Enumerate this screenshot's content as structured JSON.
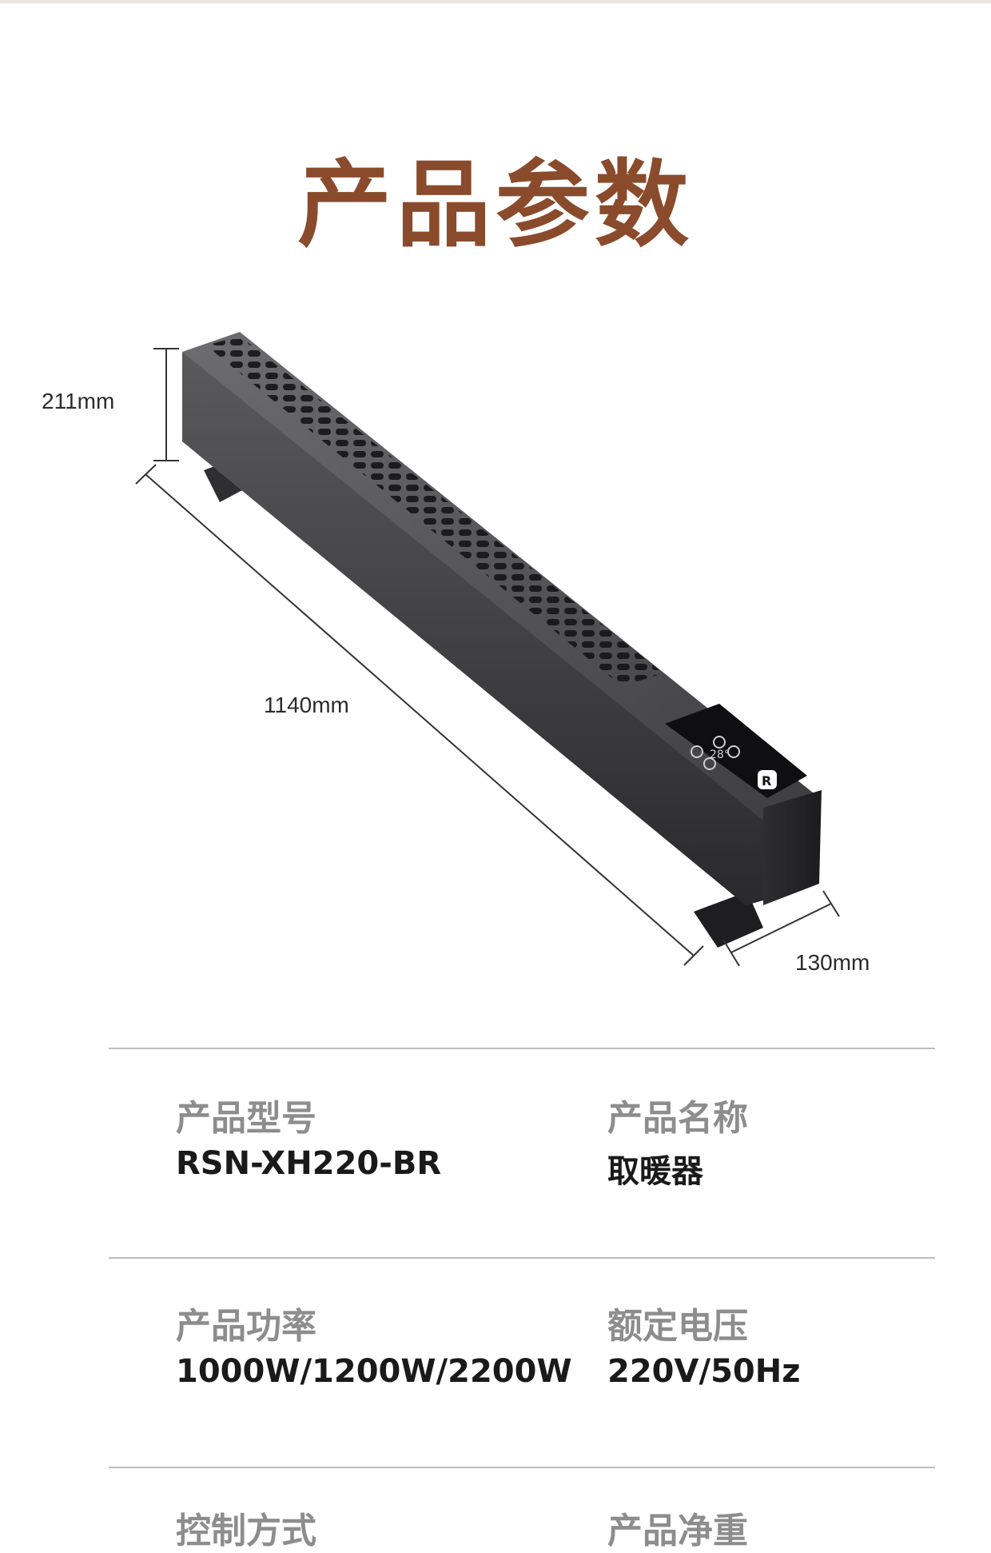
{
  "page": {
    "title": "产品参数",
    "title_color": "#8a4b2c",
    "strip_color": "#ede3da"
  },
  "product_dimensions": {
    "height": "211mm",
    "length": "1140mm",
    "depth": "130mm"
  },
  "specs": [
    {
      "label": "产品型号",
      "value": "RSN-XH220-BR"
    },
    {
      "label": "产品名称",
      "value": "取暖器"
    },
    {
      "label": "产品功率",
      "value": "1000W/1200W/2200W"
    },
    {
      "label": "额定电压",
      "value": "220V/50Hz"
    },
    {
      "label": "控制方式",
      "value": ""
    },
    {
      "label": "产品净重",
      "value": ""
    }
  ],
  "icons": {
    "product": "baseboard-heater-image",
    "brand": "brand-logo"
  }
}
